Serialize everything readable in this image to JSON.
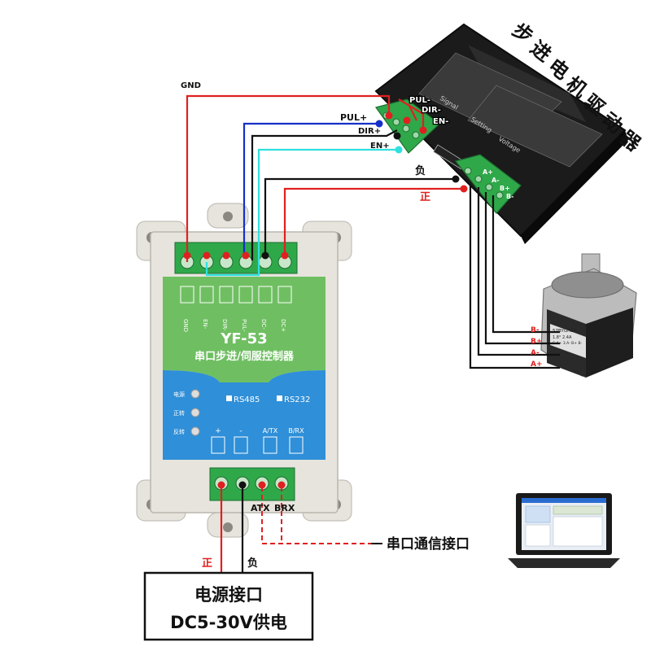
{
  "driver": {
    "title_chars": [
      "步",
      "进",
      "电",
      "机",
      "驱",
      "动",
      "器"
    ],
    "section_signal": "Signal",
    "section_setting": "Setting",
    "section_voltage": "Voltage",
    "signal_terminals": [
      "PUL+",
      "PUL-",
      "DIR+",
      "DIR-",
      "EN+",
      "EN-"
    ],
    "power_terminals": [
      "负",
      "正"
    ],
    "motor_terminals": [
      "A+",
      "A-",
      "B+",
      "B-"
    ]
  },
  "controller": {
    "model": "YF-53",
    "name": "串口步进/伺服控制器",
    "top_terminals": [
      "GND",
      "EN-",
      "DIR-",
      "PUL-",
      "DC-",
      "DC+"
    ],
    "leds": [
      "电源",
      "正转",
      "反转"
    ],
    "mode_options": [
      "RS485",
      "RS232"
    ],
    "bottom_top_labels": [
      "+",
      "-",
      "A/TX",
      "B/RX"
    ],
    "bottom_terminals": [
      "ATX",
      "BRX"
    ]
  },
  "motor": {
    "label_lines": [
      "57BYGH56",
      "1.8°  2.4A",
      "C.A+ 3.A- B+ B-"
    ],
    "wires": [
      "B-",
      "B+",
      "A-",
      "A+"
    ]
  },
  "labels": {
    "gnd": "GND",
    "pul_plus": "PUL+",
    "dir_plus": "DIR+",
    "en_plus": "EN+",
    "pul_minus": "PUL-",
    "dir_minus": "DIR-",
    "en_minus": "EN-",
    "neg": "负",
    "pos": "正",
    "serial_label": "串口通信接口",
    "atx": "ATX",
    "brx": "BRX",
    "power_pos": "正",
    "power_neg": "负",
    "power_line1": "电源接口",
    "power_line2": "DC5-30V供电"
  },
  "colors": {
    "red": "#e02020",
    "blue": "#1530c8",
    "cyan": "#30e0e0",
    "black": "#111111",
    "green_terminal": "#2fa84a",
    "housing": "#e6e4dc",
    "panel_green": "#6fbf62",
    "panel_blue": "#2f8fd8"
  }
}
